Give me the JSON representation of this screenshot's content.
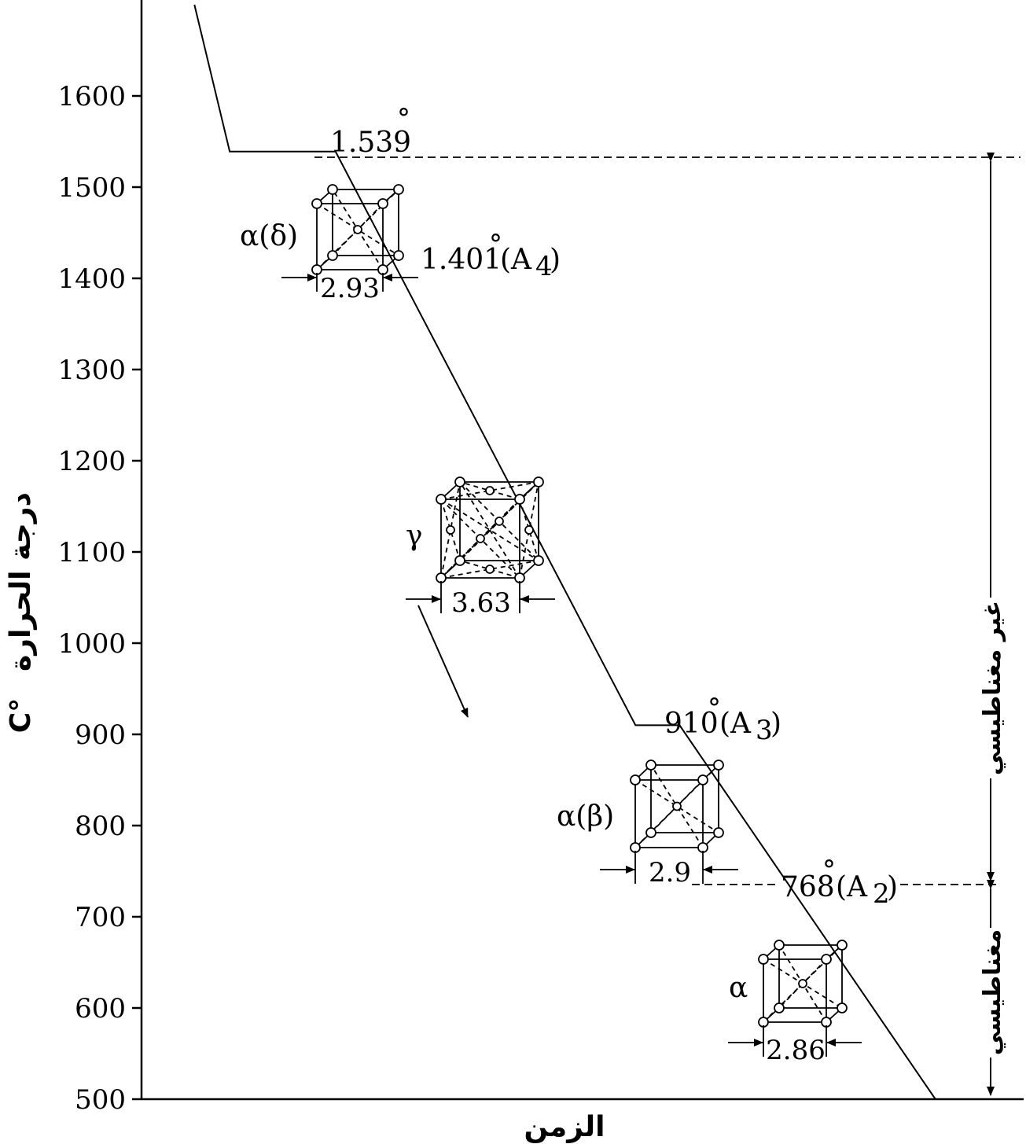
{
  "chart_data": {
    "type": "line",
    "title": "",
    "xlabel": "الزمن",
    "ylabel": "درجة الحرارة",
    "ylabel_unit": "C°",
    "ylim": [
      500,
      1700
    ],
    "yticks": [
      "500",
      "600",
      "700",
      "800",
      "900",
      "1000",
      "1100",
      "1200",
      "1300",
      "1400",
      "1500",
      "1600"
    ],
    "grid": false,
    "x_units": "relative time (unlabeled)",
    "series": [
      {
        "values_description": "cooling curve of pure iron",
        "points": [
          {
            "t": 0.06,
            "T": 1700
          },
          {
            "t": 0.1,
            "T": 1539
          },
          {
            "t": 0.22,
            "T": 1539
          },
          {
            "t": 0.56,
            "T": 910
          },
          {
            "t": 0.61,
            "T": 910
          },
          {
            "t": 0.9,
            "T": 500
          }
        ]
      }
    ],
    "annotations": {
      "temp_1539": "1.539",
      "temp_1401": "1.401",
      "a4": "(A",
      "a4_sub": "4",
      "temp_910": "910",
      "a3": "(A",
      "a3_sub": "3",
      "temp_768": "768",
      "a2": "(A",
      "a2_sub": "2",
      "close_paren": ")",
      "degree": "°"
    },
    "phases": [
      {
        "label": "α(δ)",
        "lattice": "bcc",
        "dimension": "2.93",
        "temp": 1460
      },
      {
        "label": "γ",
        "lattice": "fcc",
        "dimension": "3.63",
        "temp": 1115
      },
      {
        "label": "α(β)",
        "lattice": "bcc",
        "dimension": "2.9",
        "temp": 820
      },
      {
        "label": "α",
        "lattice": "bcc",
        "dimension": "2.86",
        "temp": 625
      }
    ],
    "magnetic_regions": [
      {
        "label": "غير مغناطيسي",
        "from": 768,
        "to": 1539
      },
      {
        "label": "مغناطيسي",
        "from": 500,
        "to": 768
      }
    ]
  }
}
